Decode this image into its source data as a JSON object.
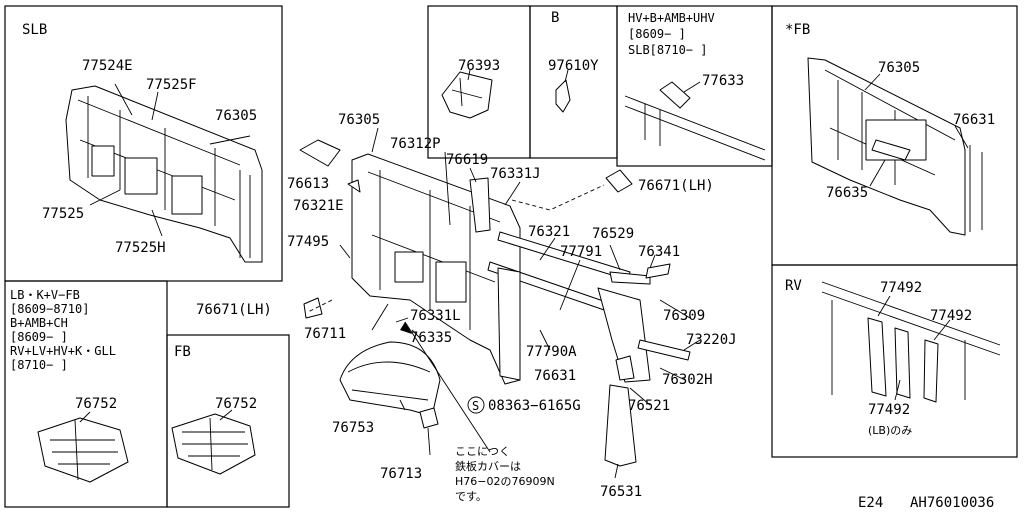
{
  "panels": {
    "slb": {
      "title": "SLB",
      "labels": [
        "77524E",
        "77525F",
        "76305",
        "77525",
        "77525H"
      ]
    },
    "left_info": {
      "lines": [
        "LB・K+V−FB",
        "[8609−8710]",
        "B+AMB+CH",
        "[8609−   ]",
        "RV+LV+HV+K・GLL",
        "[8710−   ]"
      ],
      "part": "76752"
    },
    "fb_small": {
      "title": "FB",
      "part": "76752"
    },
    "top_a": {
      "part": "76393"
    },
    "top_b": {
      "title": "B",
      "part": "97610Y"
    },
    "top_c": {
      "lines": [
        "HV+B+AMB+UHV",
        "[8609−   ]",
        "SLB[8710−   ]"
      ],
      "part": "77633"
    },
    "fb_right": {
      "title": "*FB",
      "labels": [
        "76305",
        "76631",
        "76635"
      ]
    },
    "rv": {
      "title": "RV",
      "labels": [
        "77492",
        "77492",
        "77492"
      ],
      "note": "(LB)のみ"
    }
  },
  "main_labels": {
    "l76305": "76305",
    "l76312P": "76312P",
    "l76619": "76619",
    "l76331J": "76331J",
    "l76671LH_r": "76671(LH)",
    "l76613": "76613",
    "l76321E": "76321E",
    "l77495": "77495",
    "l76321": "76321",
    "l76529": "76529",
    "l77791": "77791",
    "l76341": "76341",
    "l76671LH_l": "76671(LH)",
    "l76331L": "76331L",
    "l76711": "76711",
    "l76335": "76335",
    "l76309": "76309",
    "l73220J": "73220J",
    "l77790A": "77790A",
    "l76631": "76631",
    "l76302H": "76302H",
    "l08363": "08363−6165G",
    "l76521": "76521",
    "l76753": "76753",
    "l76713": "76713",
    "l76531": "76531"
  },
  "bolt_symbol": "S",
  "note_lines": [
    "ここにつく",
    "鉄板カバーは",
    "H76−02の76909N",
    "です。"
  ],
  "footer": {
    "section": "E24",
    "code": "AH76010036"
  }
}
